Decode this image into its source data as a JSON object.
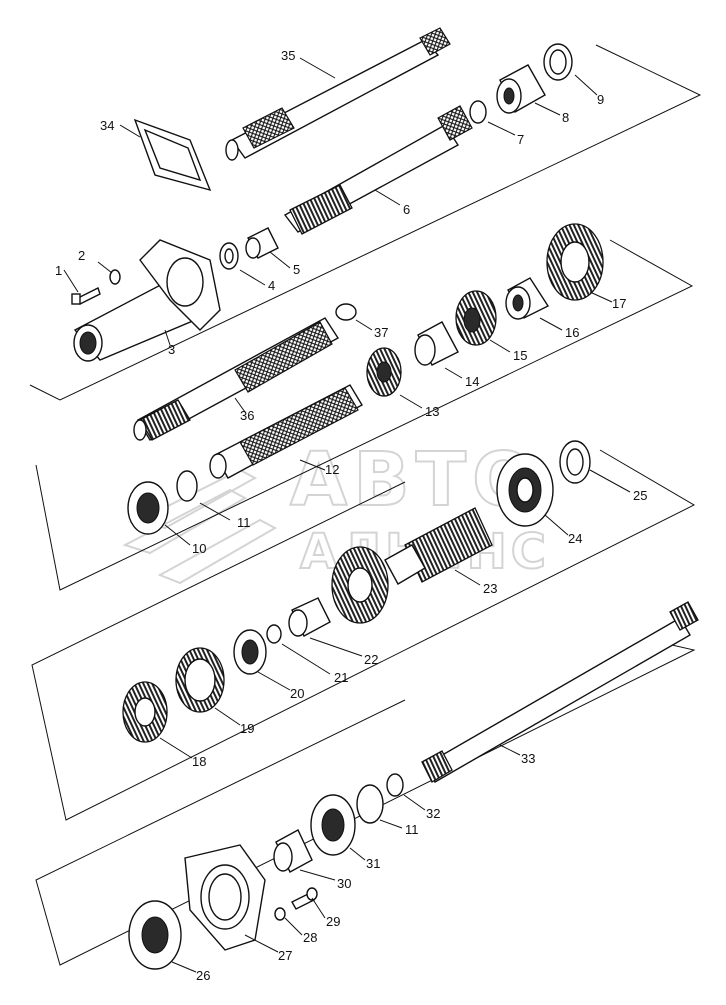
{
  "watermark": {
    "line1": "АВТО",
    "line2": "АЛЬЯНС"
  },
  "callouts": [
    {
      "id": "1",
      "label": "1"
    },
    {
      "id": "2",
      "label": "2"
    },
    {
      "id": "3",
      "label": "3"
    },
    {
      "id": "4",
      "label": "4"
    },
    {
      "id": "5",
      "label": "5"
    },
    {
      "id": "6",
      "label": "6"
    },
    {
      "id": "7",
      "label": "7"
    },
    {
      "id": "8",
      "label": "8"
    },
    {
      "id": "9",
      "label": "9"
    },
    {
      "id": "10",
      "label": "10"
    },
    {
      "id": "11a",
      "label": "11"
    },
    {
      "id": "11b",
      "label": "11"
    },
    {
      "id": "12",
      "label": "12"
    },
    {
      "id": "13",
      "label": "13"
    },
    {
      "id": "14",
      "label": "14"
    },
    {
      "id": "15",
      "label": "15"
    },
    {
      "id": "16",
      "label": "16"
    },
    {
      "id": "17",
      "label": "17"
    },
    {
      "id": "18",
      "label": "18"
    },
    {
      "id": "19",
      "label": "19"
    },
    {
      "id": "20",
      "label": "20"
    },
    {
      "id": "21",
      "label": "21"
    },
    {
      "id": "22",
      "label": "22"
    },
    {
      "id": "23",
      "label": "23"
    },
    {
      "id": "24",
      "label": "24"
    },
    {
      "id": "25",
      "label": "25"
    },
    {
      "id": "26",
      "label": "26"
    },
    {
      "id": "27",
      "label": "27"
    },
    {
      "id": "28",
      "label": "28"
    },
    {
      "id": "29",
      "label": "29"
    },
    {
      "id": "30",
      "label": "30"
    },
    {
      "id": "31",
      "label": "31"
    },
    {
      "id": "32",
      "label": "32"
    },
    {
      "id": "33",
      "label": "33"
    },
    {
      "id": "34",
      "label": "34"
    },
    {
      "id": "35",
      "label": "35"
    },
    {
      "id": "36",
      "label": "36"
    },
    {
      "id": "37",
      "label": "37"
    }
  ]
}
